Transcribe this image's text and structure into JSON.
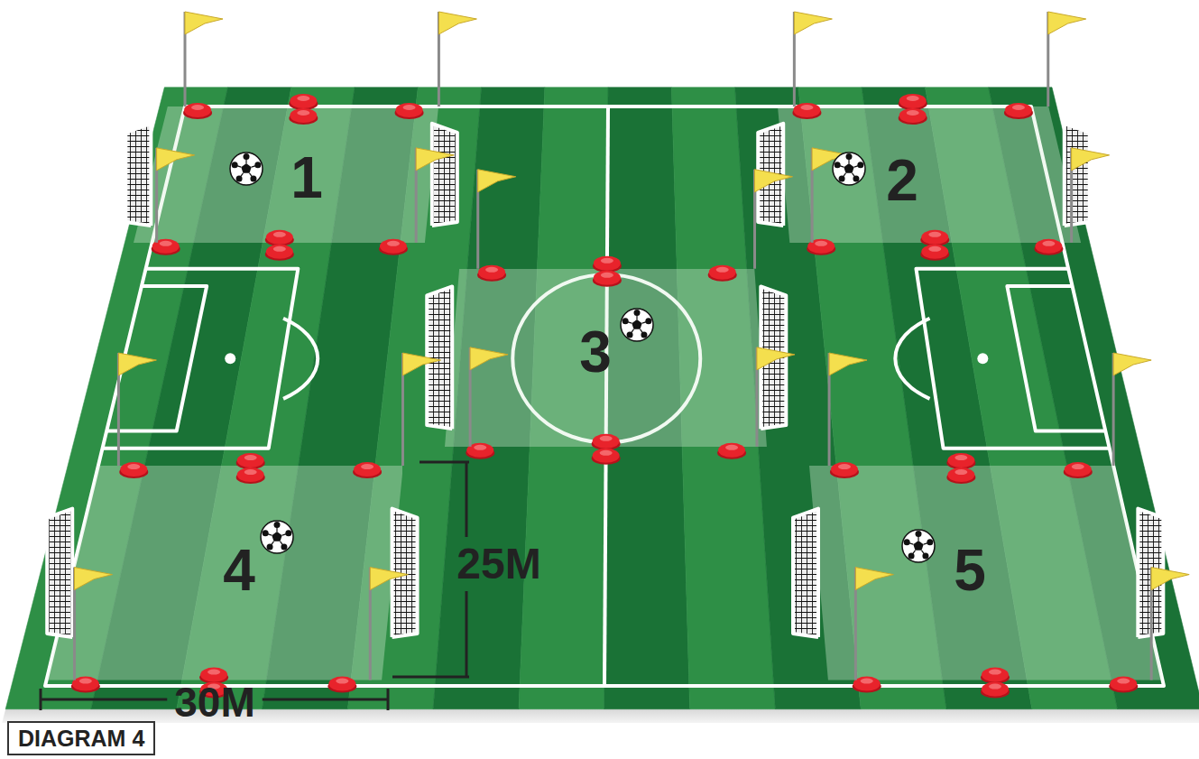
{
  "diagram": {
    "title": "DIAGRAM 4",
    "nodes": [
      {
        "text": [
          "1"
        ]
      },
      {
        "text": [
          "2"
        ]
      },
      {
        "text": [
          "3"
        ]
      },
      {
        "text": [
          "4"
        ]
      },
      {
        "text": [
          "5"
        ]
      }
    ],
    "labels": [
      "25M",
      "30M"
    ]
  }
}
